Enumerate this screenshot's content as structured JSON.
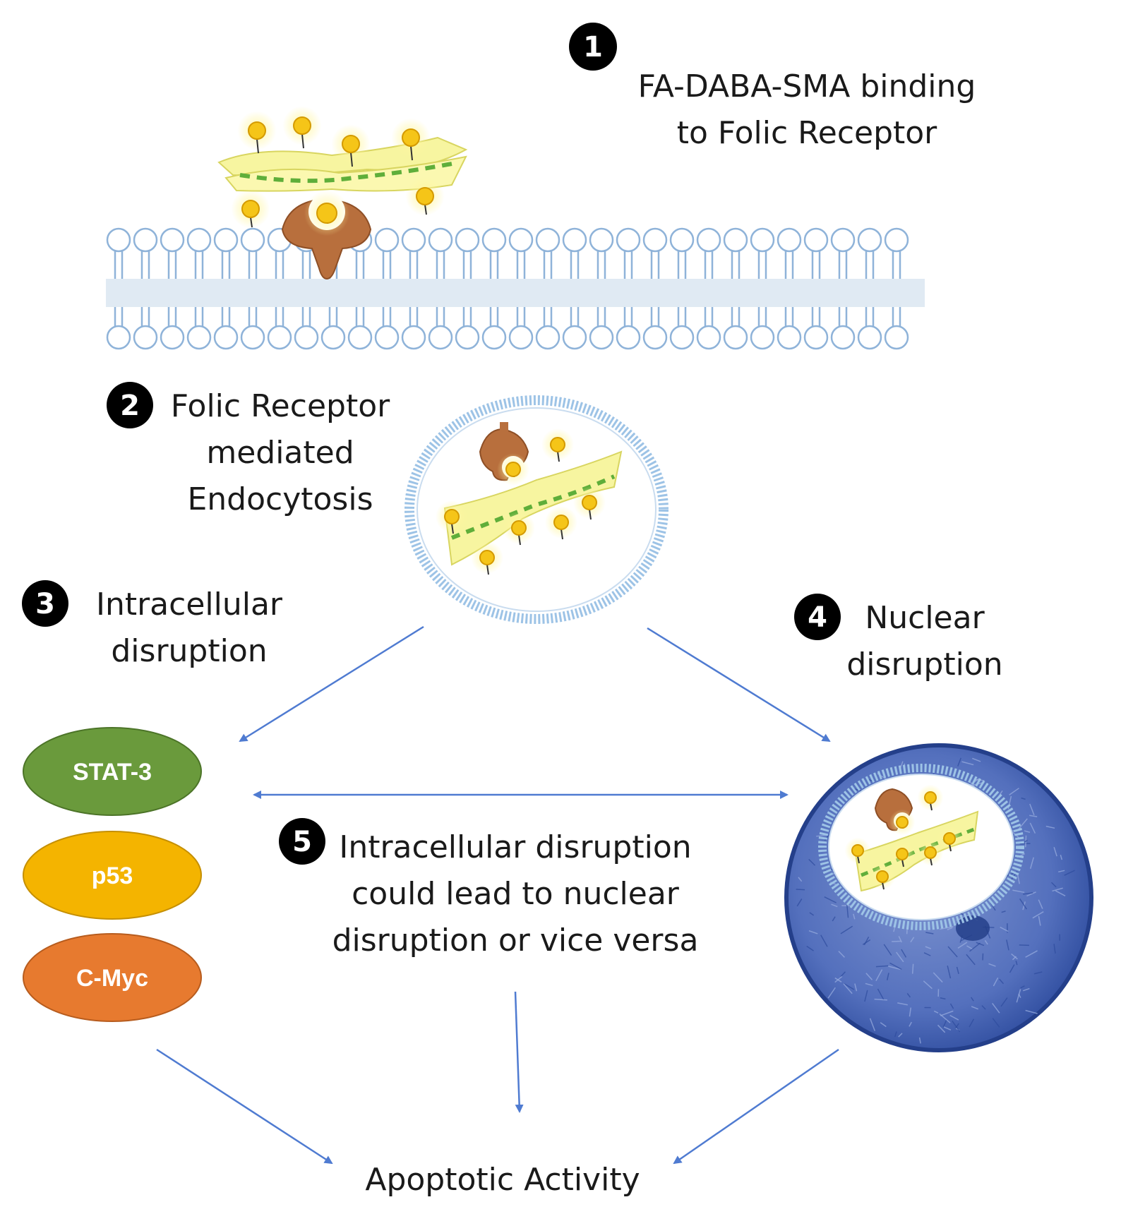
{
  "steps": [
    {
      "number": "1",
      "lines": [
        "FA-DABA-SMA binding",
        "to Folic Receptor"
      ]
    },
    {
      "number": "2",
      "lines": [
        "Folic Receptor",
        "mediated",
        "Endocytosis"
      ]
    },
    {
      "number": "3",
      "lines": [
        "Intracellular",
        "disruption"
      ]
    },
    {
      "number": "4",
      "lines": [
        "Nuclear",
        "disruption"
      ]
    },
    {
      "number": "5",
      "lines": [
        "Intracellular disruption",
        "could lead to nuclear",
        "disruption or vice versa"
      ]
    }
  ],
  "proteins": [
    {
      "label": "STAT-3",
      "color": "#6a9a3c"
    },
    {
      "label": "p53",
      "color": "#f4b400"
    },
    {
      "label": "C-Myc",
      "color": "#e77a2f"
    }
  ],
  "outcome": {
    "label": "Apoptotic Activity"
  },
  "colors": {
    "arrow": "#4f7bd1",
    "membrane": "#9dc3e6",
    "receptor": "#b86f3d",
    "nanosheet": "#f7f5a0",
    "nanoparticle": "#f5c518",
    "nucleus": "#3656a8"
  },
  "icons": [
    "lipid-bilayer-membrane",
    "folic-receptor",
    "nanosheet",
    "endosome-vesicle",
    "nucleus"
  ]
}
